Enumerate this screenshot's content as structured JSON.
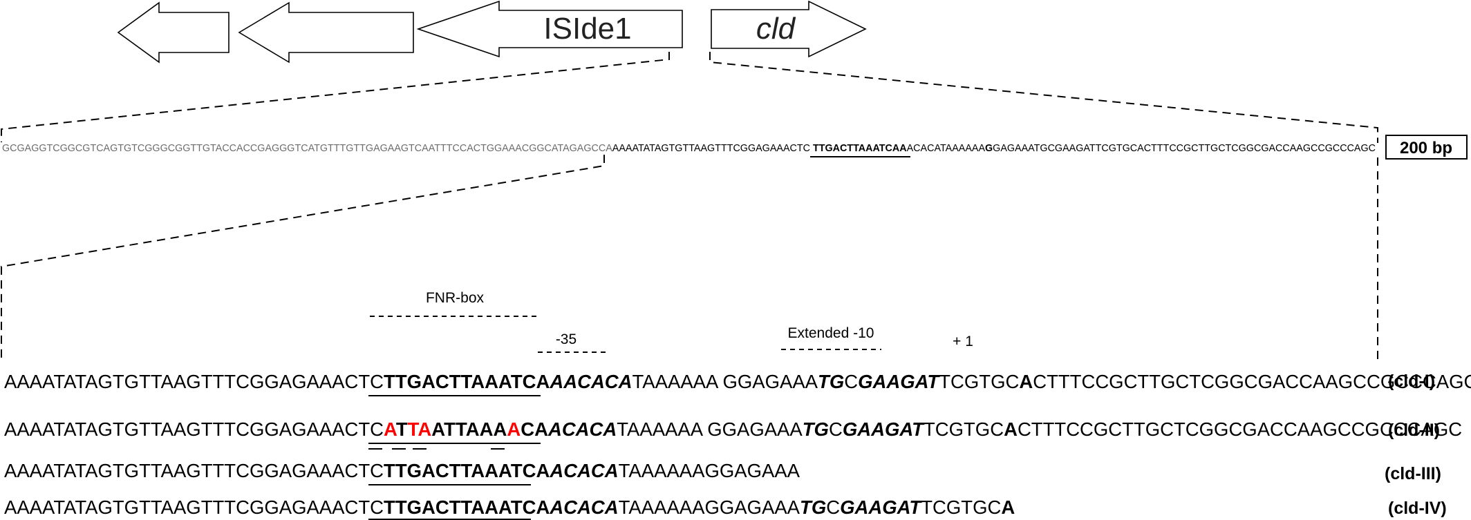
{
  "genes": {
    "transposase_label": "ISIde1",
    "cld_label": "cld"
  },
  "upstream": {
    "seq_grey": "GCGAGGTCGGCGTCAGTGTCGGGCGGTTGTACCACCGAGGGTCATGTTTGTTGAGAAGTCAATTTCCACTGGAAACGGCATAGAGCCA",
    "seq_part1": "AAAATATAGTGTTAAGTTTCGGAGAAACTC ",
    "seq_box": "TTGACTTAAATCAA",
    "seq_part2": "ACACATAAAAAA",
    "seq_bold_g": "G",
    "seq_part3": "GAGAAATGCGAAGATTCGTGCACTTTCCGCTTGCTCGGCGACCAAGCCGCCCAGC",
    "scale_label": "200 bp"
  },
  "features": {
    "fnr_box": "FNR-box",
    "minus35": "-35",
    "extended_minus10": "Extended -10",
    "plus1": "+ 1"
  },
  "variants": {
    "cld_I": {
      "prefix": "AAAATATAGTGTTAAGTTTCGGAGAAACTC",
      "box": "TTGACTTAAATCA",
      "box_tail": "A",
      "acaca": "ACACA",
      "mid": "TAAAAAA GGAGAAA",
      "tg": "TG",
      "c": "C",
      "gaagat": "GAAGAT",
      "tcgtgc": "TCGTGC",
      "a_plus1": "A",
      "suffix": "CTTTCCGCTTGCTCGGCGACCAAGCCGCCCAGC",
      "label": "(cld-I)"
    },
    "cld_II": {
      "prefix": "AAAATATAGTGTTAAGTTTCGGAGAAACTC",
      "box_chars": [
        "A",
        "T",
        "T",
        "A",
        "A",
        "T",
        "T",
        "A",
        "A",
        "A",
        "A",
        "C",
        "A"
      ],
      "box_red": [
        true,
        false,
        true,
        true,
        false,
        false,
        false,
        false,
        false,
        false,
        true,
        false,
        false
      ],
      "acaca": "ACACA",
      "mid": "TAAAAAA GGAGAAA",
      "tg": "TG",
      "c": "C",
      "gaagat": "GAAGAT",
      "tcgtgc": "TCGTGC",
      "a_plus1": "A",
      "suffix": "CTTTCCGCTTGCTCGGCGACCAAGCCGCCCAGC",
      "label": "(cld-II)"
    },
    "cld_III": {
      "prefix": "AAAATATAGTGTTAAGTTTCGGAGAAACTC",
      "box": "TTGACTTAAATCA",
      "acaca": "ACACA",
      "suffix": "TAAAAAAGGAGAAA",
      "label": "(cld-III)"
    },
    "cld_IV": {
      "prefix": "AAAATATAGTGTTAAGTTTCGGAGAAACTC",
      "box": "TTGACTTAAATCA",
      "acaca": "ACACA",
      "mid": "TAAAAAAGGAGAAA",
      "tg": "TG",
      "c": "C",
      "gaagat": "GAAGAT",
      "tcgtgc": "TCGTGC",
      "a_end": "A",
      "label": "(cld-IV)"
    }
  },
  "colors": {
    "mutation": "#ff0000",
    "grey_text": "#6d6d6d",
    "ink": "#000000"
  }
}
